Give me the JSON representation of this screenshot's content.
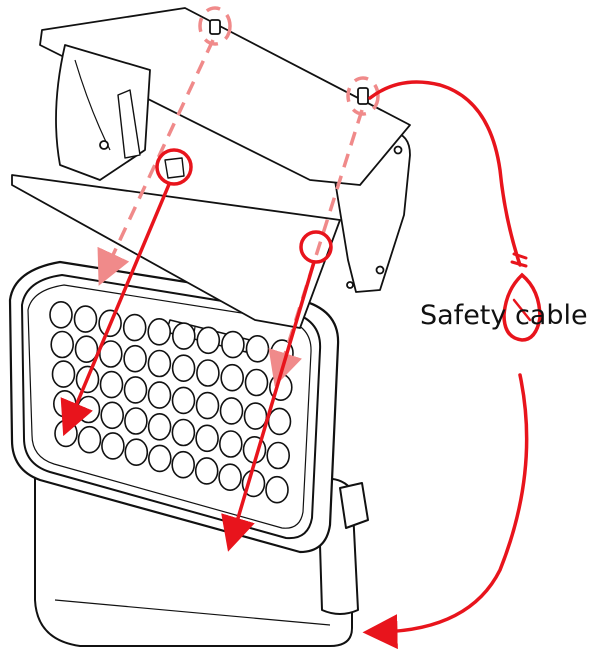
{
  "labels": {
    "safety_cable": "Safety cable"
  },
  "colors": {
    "arrow": "#e8141c",
    "guide": "#f08a8a",
    "outline": "#111111",
    "background": "#ffffff"
  },
  "icons": {
    "fixture": "led-wash-fixture",
    "barndoor": "barndoor-accessory",
    "cable": "safety-cable",
    "carabiner": "carabiner-hook"
  }
}
